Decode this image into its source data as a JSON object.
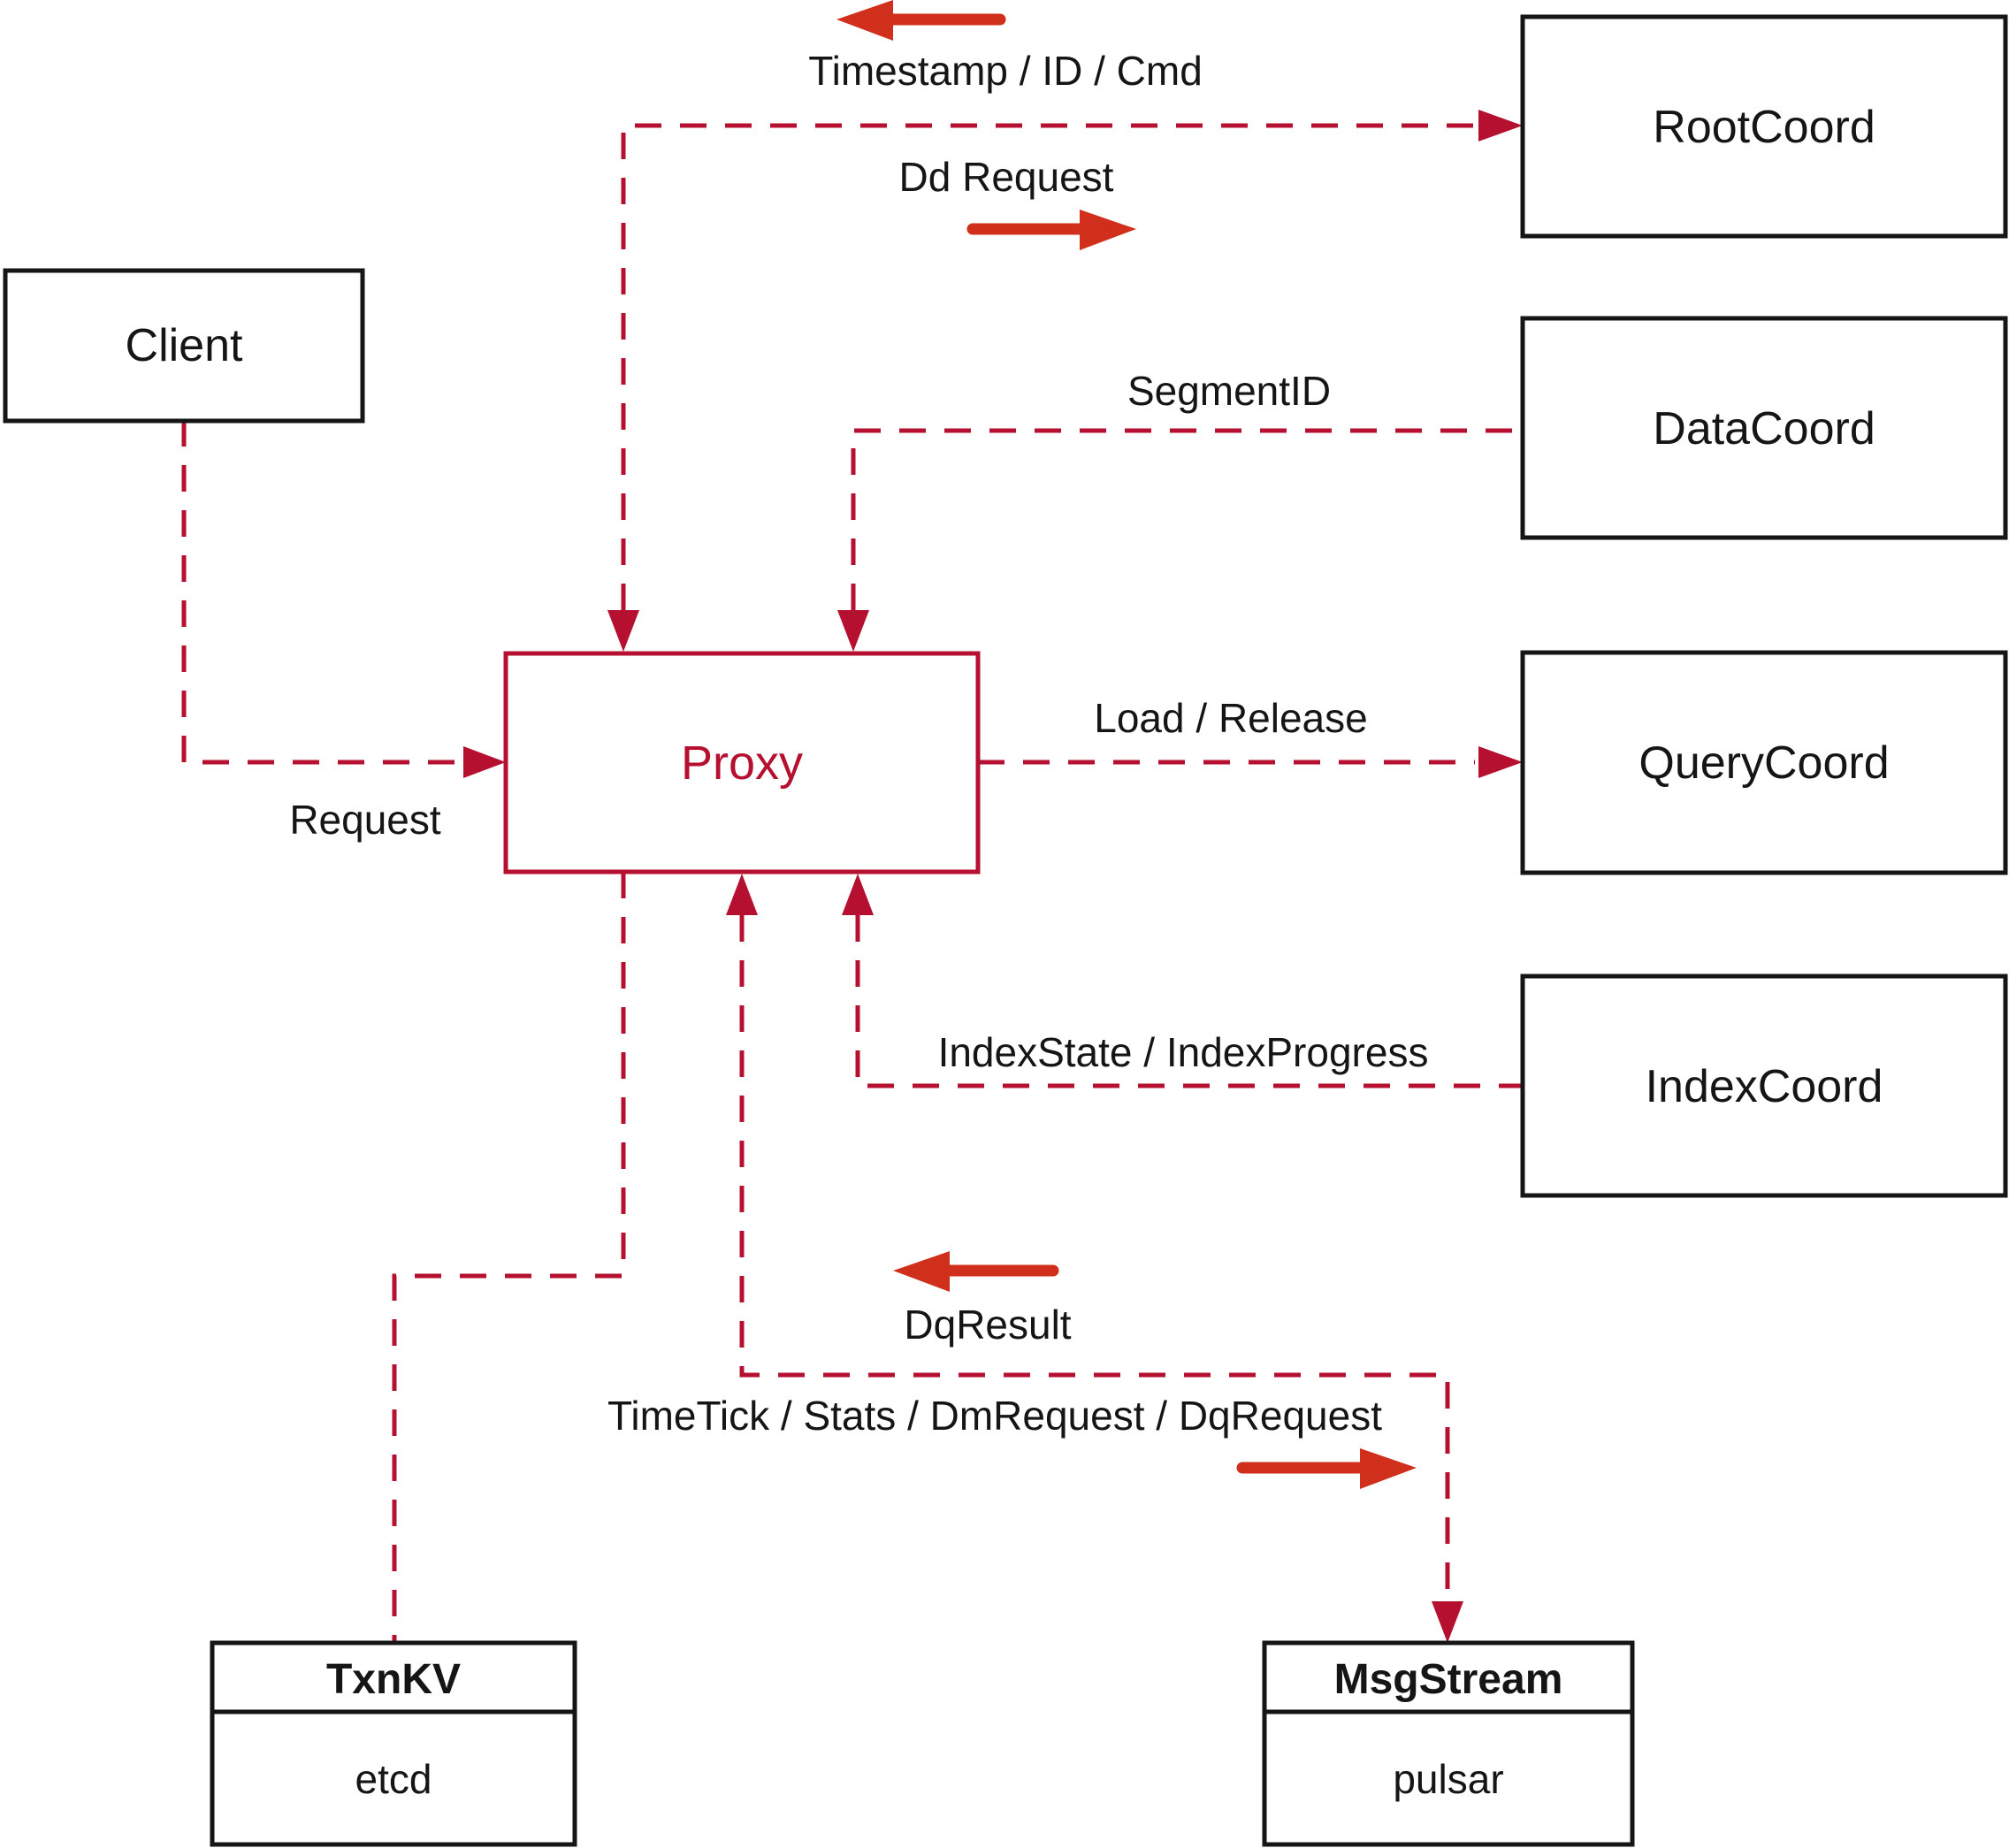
{
  "colors": {
    "line": "#b5102f",
    "arrow": "#d02f1b",
    "box-border": "#151515",
    "text": "#151515",
    "background": "#ffffff"
  },
  "nodes": {
    "client": {
      "label": "Client"
    },
    "proxy": {
      "label": "Proxy"
    },
    "root_coord": {
      "label": "RootCoord"
    },
    "data_coord": {
      "label": "DataCoord"
    },
    "query_coord": {
      "label": "QueryCoord"
    },
    "index_coord": {
      "label": "IndexCoord"
    },
    "txn_kv": {
      "title": "TxnKV",
      "subtitle": "etcd"
    },
    "msg_stream": {
      "title": "MsgStream",
      "subtitle": "pulsar"
    }
  },
  "edge_labels": {
    "timestamp": "Timestamp / ID / Cmd",
    "dd_request": "Dd Request",
    "segment_id": "SegmentID",
    "request": "Request",
    "load_release": "Load / Release",
    "index_state": "IndexState / IndexProgress",
    "dq_result": "DqResult",
    "time_tick": "TimeTick / Stats / DmRequest / DqRequest"
  }
}
